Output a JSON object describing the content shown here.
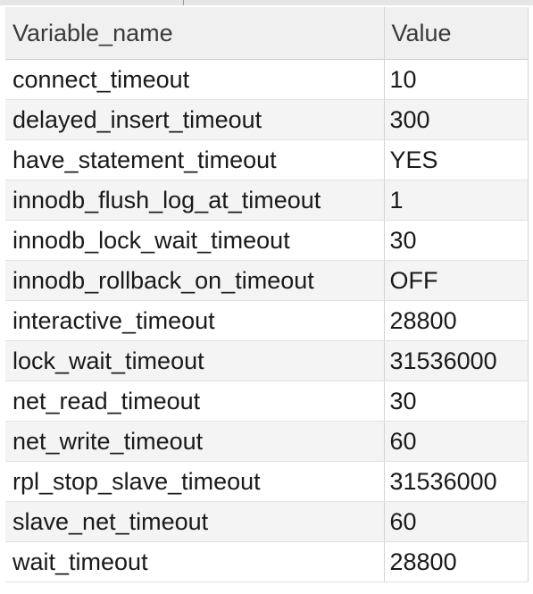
{
  "table": {
    "columns": [
      "Variable_name",
      "Value"
    ],
    "rows": [
      {
        "name": "connect_timeout",
        "value": "10"
      },
      {
        "name": "delayed_insert_timeout",
        "value": "300"
      },
      {
        "name": "have_statement_timeout",
        "value": "YES"
      },
      {
        "name": "innodb_flush_log_at_timeout",
        "value": "1"
      },
      {
        "name": "innodb_lock_wait_timeout",
        "value": "30"
      },
      {
        "name": "innodb_rollback_on_timeout",
        "value": "OFF"
      },
      {
        "name": "interactive_timeout",
        "value": "28800"
      },
      {
        "name": "lock_wait_timeout",
        "value": "31536000"
      },
      {
        "name": "net_read_timeout",
        "value": "30"
      },
      {
        "name": "net_write_timeout",
        "value": "60"
      },
      {
        "name": "rpl_stop_slave_timeout",
        "value": "31536000"
      },
      {
        "name": "slave_net_timeout",
        "value": "60"
      },
      {
        "name": "wait_timeout",
        "value": "28800"
      }
    ]
  },
  "colors": {
    "header_bg": "#f0f0f0",
    "row_alt_bg": "#f4f4f4",
    "grid_line": "#d4d4d4"
  }
}
